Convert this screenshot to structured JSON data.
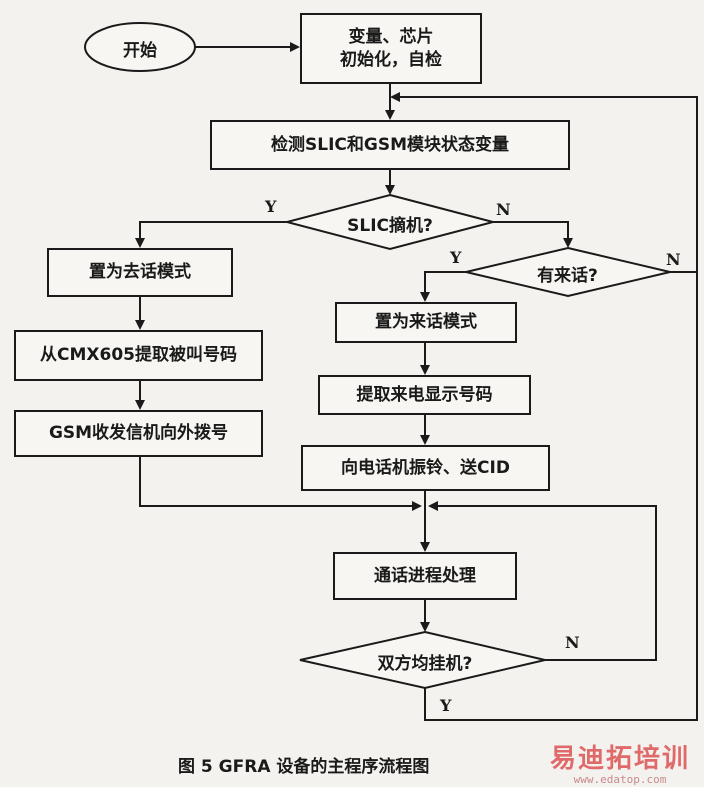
{
  "nodes": {
    "start": "开始",
    "init": "变量、芯片\n初始化，自检",
    "detect": "检测SLIC和GSM模块状态变量",
    "slic_offhook": "SLIC摘机?",
    "set_outgoing": "置为去话模式",
    "extract_called": "从CMX605提取被叫号码",
    "gsm_dial": "GSM收发信机向外拨号",
    "incoming_call": "有来话?",
    "set_incoming": "置为来话模式",
    "extract_caller": "提取来电显示号码",
    "ring_cid": "向电话机振铃、送CID",
    "call_process": "通话进程处理",
    "both_hangup": "双方均挂机?"
  },
  "labels": {
    "slic_yes": "Y",
    "slic_no": "N",
    "incoming_yes": "Y",
    "incoming_no": "N",
    "hangup_no": "N",
    "hangup_yes": "Y"
  },
  "caption": "图 5    GFRA 设备的主程序流程图",
  "watermark": {
    "title": "易迪拓培训",
    "url": "www.edatop.com"
  },
  "colors": {
    "line": "#1a1a1a",
    "background": "#f3f2ee",
    "watermark": "#e06a6a"
  }
}
